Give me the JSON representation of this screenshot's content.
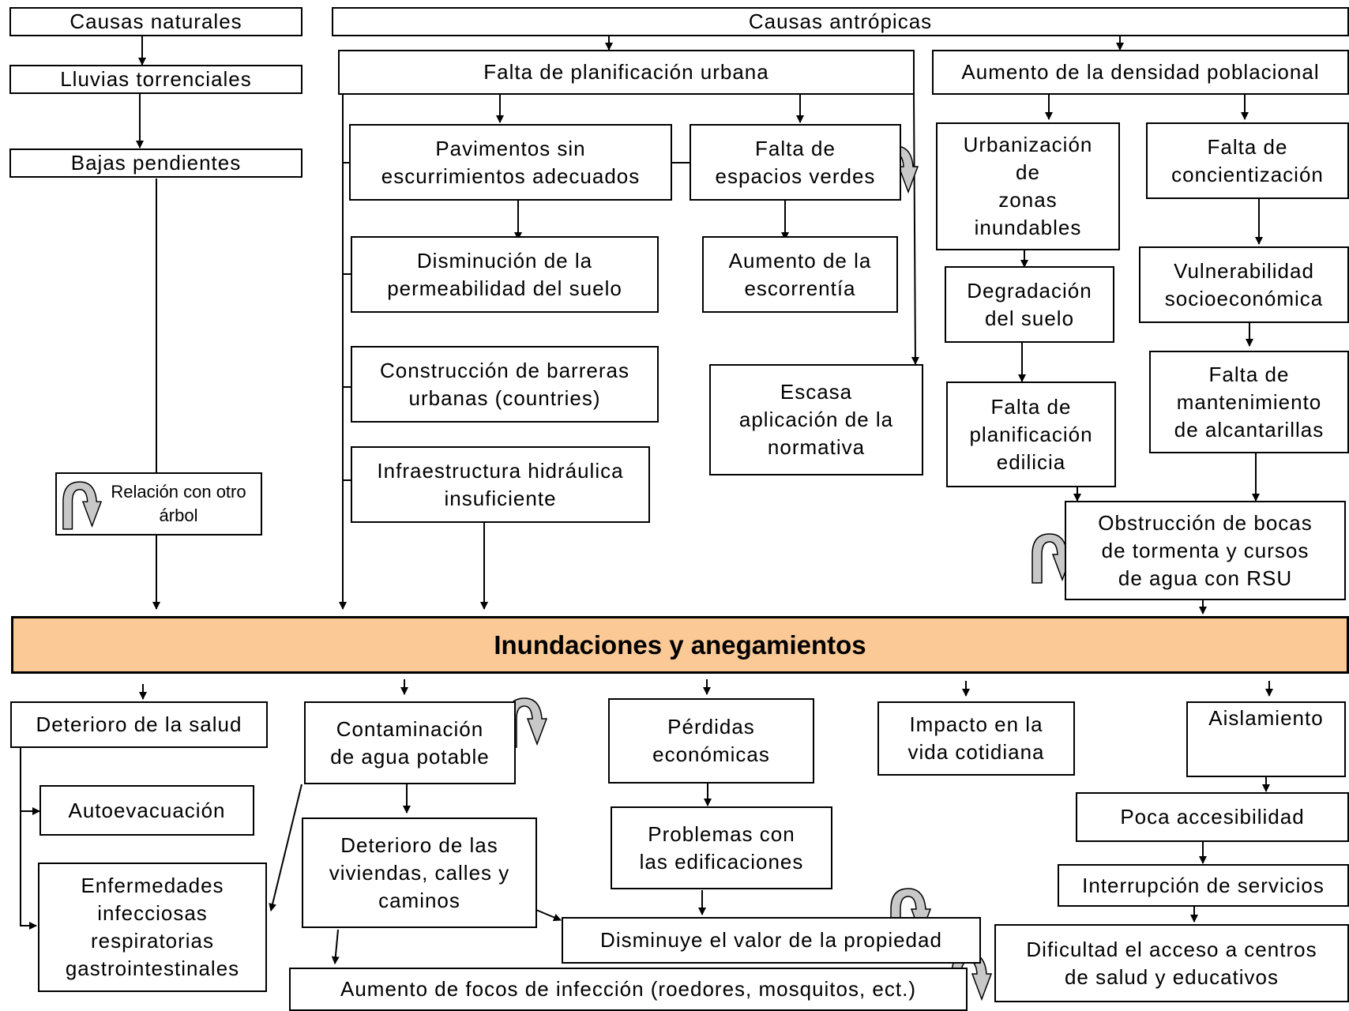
{
  "colors": {
    "central_fill": "#FBC996",
    "stroke": "#000000",
    "curved_arrow_fill": "#C8C8C8"
  },
  "icons": {
    "curved_arrow": "curved-arrow-icon"
  },
  "nodes": {
    "causas_naturales": "Causas naturales",
    "lluvias_torrenciales": "Lluvias torrenciales",
    "bajas_pendientes": "Bajas pendientes",
    "relacion_otro_arbol": "Relación con otro\nárbol",
    "causas_antropicas": "Causas antrópicas",
    "falta_planificacion_urbana": "Falta de planificación urbana",
    "aumento_densidad": "Aumento de la densidad poblacional",
    "pavimentos": "Pavimentos sin\nescurrimientos adecuados",
    "falta_espacios_verdes": "Falta de\nespacios verdes",
    "disminucion_permeabilidad": "Disminución de la\npermeabilidad del suelo",
    "aumento_escorrentia": "Aumento de la\nescorrentía",
    "construccion_barreras": "Construcción de barreras\nurbanas (countries)",
    "escasa_aplicacion": "Escasa\naplicación de  la\nnormativa",
    "infraestructura": "Infraestructura hidráulica\ninsuficiente",
    "urbanizacion_zonas": "Urbanización\nde\nzonas\ninundables",
    "degradacion_suelo": "Degradación\ndel suelo",
    "falta_planificacion_edilicia": "Falta de\nplanificación\nedilicia",
    "falta_concientizacion": "Falta de\nconcientización",
    "vulnerabilidad": "Vulnerabilidad\nsocioeconómica",
    "falta_mantenimiento": "Falta de\nmantenimiento\nde alcantarillas",
    "obstruccion": "Obstrucción de bocas\nde tormenta  y cursos\nde agua con RSU",
    "inundaciones": "Inundaciones y anegamientos",
    "deterioro_salud": "Deterioro de la salud",
    "autoevacuacion": "Autoevacuación",
    "enfermedades": "Enfermedades\ninfecciosas\nrespiratorias\ngastrointestinales",
    "contaminacion_agua": "Contaminación\nde agua potable",
    "deterioro_viviendas": "Deterioro de las\nviviendas, calles y\ncaminos",
    "perdidas_economicas": "Pérdidas\neconómicas",
    "problemas_edificaciones": "Problemas con\nlas edificaciones",
    "disminuye_valor": "Disminuye el valor de la propiedad",
    "aumento_focos": "Aumento de focos de infección (roedores, mosquitos, ect.)",
    "impacto_vida": "Impacto en la\nvida cotidiana",
    "aislamiento": "Aislamiento",
    "poca_accesibilidad": "Poca accesibilidad",
    "interrupcion_servicios": "Interrupción de servicios",
    "dificultad_acceso": "Dificultad el acceso a centros\nde salud y educativos"
  }
}
